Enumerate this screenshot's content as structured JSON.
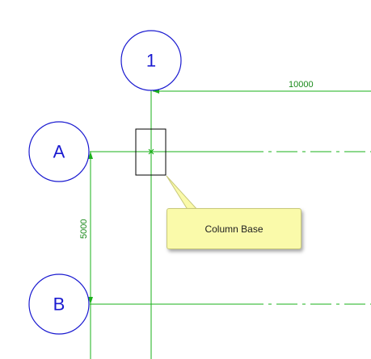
{
  "grids": {
    "vertical": [
      {
        "label": "1"
      }
    ],
    "horizontal": [
      {
        "label": "A"
      },
      {
        "label": "B"
      }
    ]
  },
  "dimensions": {
    "top": "10000",
    "left": "5000"
  },
  "tooltip": {
    "text": "Column Base"
  },
  "colors": {
    "grid_bubble": "#1a1ad0",
    "grid_line": "#1ab01a",
    "tooltip_bg": "#fafaaa"
  }
}
